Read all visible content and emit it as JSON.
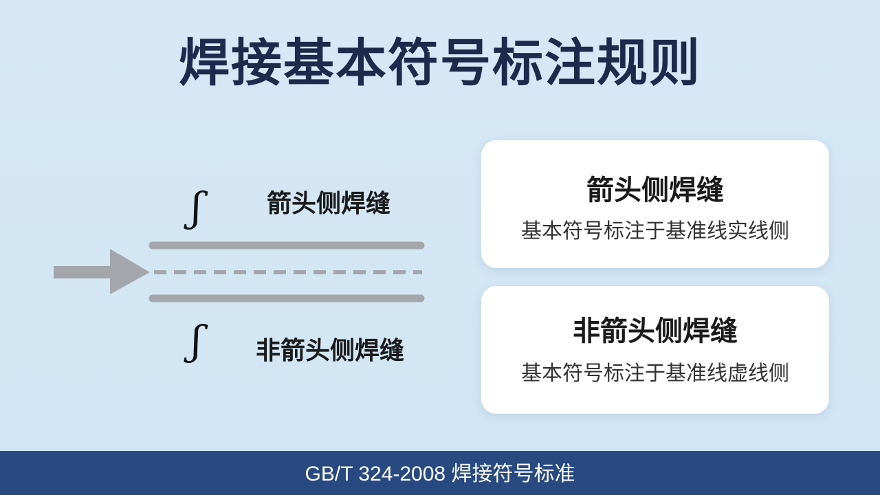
{
  "title": "焊接基本符号标注规则",
  "diagram": {
    "arrow_side_label": "箭头侧焊缝",
    "other_side_label": "非箭头侧焊缝",
    "arrow_side_symbol": "ʃ",
    "other_side_symbol": "ʃ",
    "colors": {
      "line": "#a4a6ab",
      "arrow": "#a4a6ab"
    }
  },
  "cards": [
    {
      "title": "箭头侧焊缝",
      "desc": "基本符号标注于基准线实线侧"
    },
    {
      "title": "非箭头侧焊缝",
      "desc": "基本符号标注于基准线虚线侧"
    }
  ],
  "footer": {
    "text": "GB/T 324-2008 焊接符号标准"
  },
  "colors": {
    "background": "#d4e7f4",
    "title": "#1c2b4c",
    "footer_bg": "#284a80",
    "card_bg": "#ffffff"
  }
}
